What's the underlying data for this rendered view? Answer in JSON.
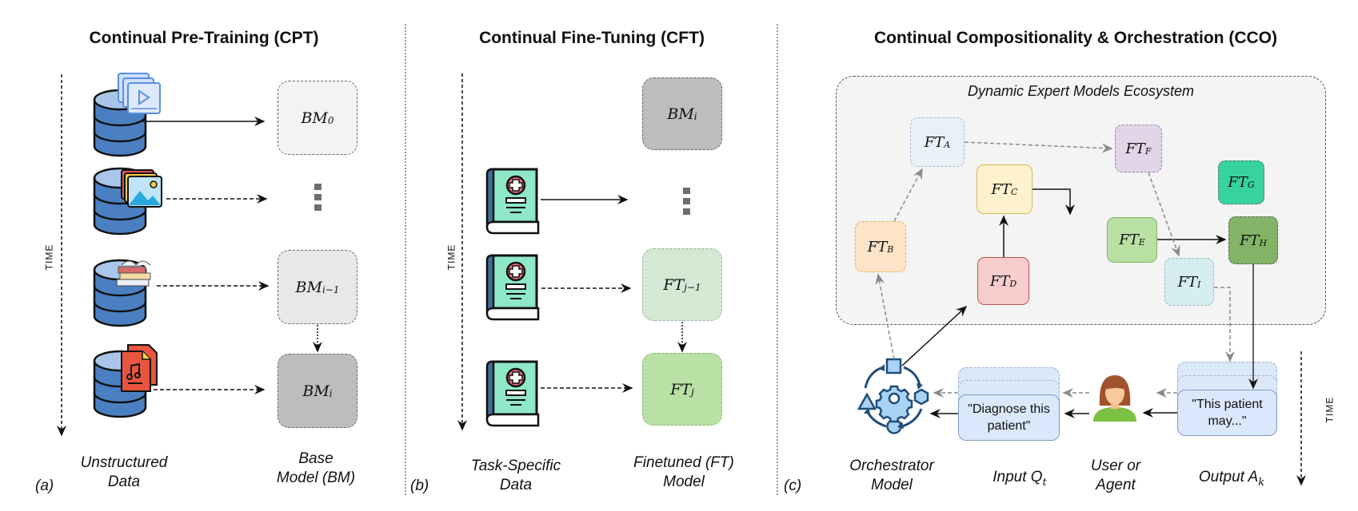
{
  "panels": {
    "a": {
      "title": "Continual Pre-Training (CPT)",
      "label": "(a)",
      "time_label": "TIME",
      "data_caption_line1": "Unstructured",
      "data_caption_line2": "Data",
      "model_caption_line1": "Base",
      "model_caption_line2": "Model (BM)",
      "data_icons": [
        "database-video-icon",
        "database-image-icon",
        "database-books-icon",
        "database-audio-icon"
      ],
      "models": [
        {
          "base": "BM",
          "sub": "0",
          "fill": "#f3f3f3"
        },
        {
          "base": "BM",
          "sub": "i−1",
          "fill": "#e8e8e8"
        },
        {
          "base": "BM",
          "sub": "i",
          "fill": "#bdbdbd"
        }
      ]
    },
    "b": {
      "title": "Continual Fine-Tuning (CFT)",
      "label": "(b)",
      "time_label": "TIME",
      "data_caption_line1": "Task-Specific",
      "data_caption_line2": "Data",
      "model_caption_line1": "Finetuned (FT)",
      "model_caption_line2": "Model",
      "models": [
        {
          "base": "BM",
          "sub": "i",
          "fill": "#bdbdbd"
        },
        {
          "base": "FT",
          "sub": "j−1",
          "fill": "#d5e8d4"
        },
        {
          "base": "FT",
          "sub": "j",
          "fill": "#b9e0a5"
        }
      ]
    },
    "c": {
      "title": "Continual Compositionality & Orchestration (CCO)",
      "label": "(c)",
      "time_label": "TIME",
      "ecosystem_title": "Dynamic Expert Models Ecosystem",
      "experts": [
        {
          "id": "A",
          "base": "FT",
          "sub": "A",
          "fill": "#e8f0fa",
          "border": "#a9b8cc",
          "style": "dashed"
        },
        {
          "id": "B",
          "base": "FT",
          "sub": "B",
          "fill": "#fde3c8",
          "border": "#e0b45a",
          "style": "dashed"
        },
        {
          "id": "C",
          "base": "FT",
          "sub": "C",
          "fill": "#fff2cc",
          "border": "#d6b656",
          "style": "solid"
        },
        {
          "id": "D",
          "base": "FT",
          "sub": "D",
          "fill": "#f8cecc",
          "border": "#b85450",
          "style": "solid"
        },
        {
          "id": "E",
          "base": "FT",
          "sub": "E",
          "fill": "#b9e0a5",
          "border": "#82b366",
          "style": "solid"
        },
        {
          "id": "F",
          "base": "FT",
          "sub": "F",
          "fill": "#e1d5e7",
          "border": "#9673a6",
          "style": "dashed"
        },
        {
          "id": "G",
          "base": "FT",
          "sub": "G",
          "fill": "#36d39e",
          "border": "#6b6b6b",
          "style": "dashed"
        },
        {
          "id": "H",
          "base": "FT",
          "sub": "H",
          "fill": "#82b366",
          "border": "#6b6b6b",
          "style": "dashed"
        },
        {
          "id": "I",
          "base": "FT",
          "sub": "I",
          "fill": "#d6eef2",
          "border": "#9ab8bf",
          "style": "dashed"
        }
      ],
      "input_message": "\"Diagnose this patient\"",
      "output_message": "\"This patient may...\"",
      "captions": {
        "orchestrator_line1": "Orchestrator",
        "orchestrator_line2": "Model",
        "input": "Input Q",
        "input_sub": "t",
        "user_line1": "User or",
        "user_line2": "Agent",
        "output": "Output A",
        "output_sub": "k"
      }
    }
  }
}
